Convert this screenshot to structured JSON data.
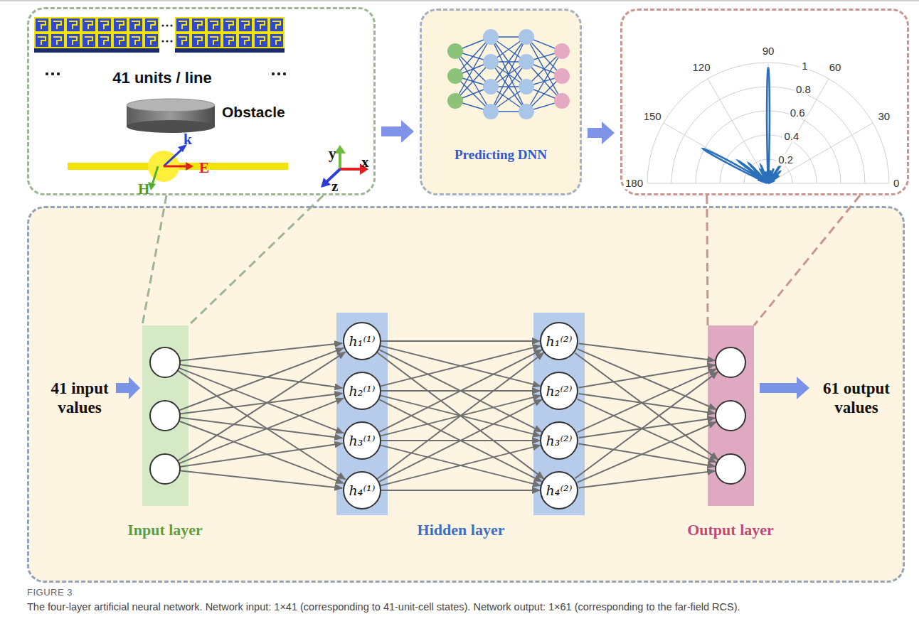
{
  "diagram": {
    "title": "FIGURE 3",
    "caption": "The four-layer artificial neural network. Network input: 1×41 (corresponding to 41-unit-cell states). Network output: 1×61 (corresponding to the far-field RCS).",
    "nodes": [
      {
        "text": [
          "41 units / line",
          "Obstacle"
        ]
      },
      {
        "text": [
          "Predicting DNN"
        ]
      },
      {
        "text": [
          "90",
          "1",
          "120",
          "60",
          "0.8",
          "0.6",
          "0.4",
          "150",
          "30",
          "0.2",
          "180",
          "0"
        ]
      },
      {
        "text": [
          "41 input values",
          "61 output values"
        ]
      },
      {
        "text": [
          "Input layer"
        ],
        "in": 3
      },
      {
        "text": [
          "Hidden layer"
        ],
        "in": 3
      },
      {
        "text": [
          "h₁⁽¹⁾"
        ],
        "in": 5
      },
      {
        "text": [
          "h₂⁽¹⁾"
        ],
        "in": 5
      },
      {
        "text": [
          "h₃⁽¹⁾"
        ],
        "in": 5
      },
      {
        "text": [
          "h₄⁽¹⁾"
        ],
        "in": 5
      },
      {
        "text": [
          "h₁⁽²⁾"
        ],
        "in": 5
      },
      {
        "text": [
          "h₂⁽²⁾"
        ],
        "in": 5
      },
      {
        "text": [
          "h₃⁽²⁾"
        ],
        "in": 5
      },
      {
        "text": [
          "h₄⁽²⁾"
        ],
        "in": 5
      },
      {
        "text": [
          "Output layer"
        ],
        "in": 3
      }
    ],
    "edges": [
      {
        "from": 0,
        "to": 1,
        "arrow": "to"
      },
      {
        "from": 1,
        "to": 2,
        "arrow": "to"
      },
      {
        "from": 0,
        "to": 4,
        "arrow": "none"
      },
      {
        "from": 2,
        "to": 14,
        "arrow": "none"
      },
      {
        "from": 6,
        "to": 10,
        "arrow": "to"
      },
      {
        "from": 6,
        "to": 11,
        "arrow": "to"
      },
      {
        "from": 6,
        "to": 12,
        "arrow": "to"
      },
      {
        "from": 6,
        "to": 13,
        "arrow": "to"
      },
      {
        "from": 7,
        "to": 10,
        "arrow": "to"
      },
      {
        "from": 7,
        "to": 11,
        "arrow": "to"
      },
      {
        "from": 7,
        "to": 12,
        "arrow": "to"
      },
      {
        "from": 7,
        "to": 13,
        "arrow": "to"
      },
      {
        "from": 8,
        "to": 10,
        "arrow": "to"
      },
      {
        "from": 8,
        "to": 11,
        "arrow": "to"
      },
      {
        "from": 8,
        "to": 12,
        "arrow": "to"
      },
      {
        "from": 8,
        "to": 13,
        "arrow": "to"
      },
      {
        "from": 9,
        "to": 10,
        "arrow": "to"
      },
      {
        "from": 9,
        "to": 11,
        "arrow": "to"
      },
      {
        "from": 9,
        "to": 12,
        "arrow": "to"
      },
      {
        "from": 9,
        "to": 13,
        "arrow": "to"
      }
    ],
    "labels": [
      "k",
      "E",
      "H",
      "y",
      "x",
      "z"
    ]
  }
}
